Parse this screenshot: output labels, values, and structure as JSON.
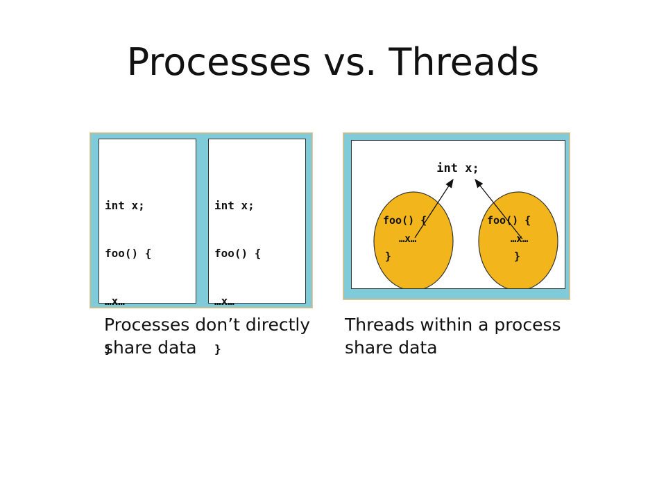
{
  "title": "Processes vs. Threads",
  "processes": [
    {
      "lines": [
        "int x;",
        "foo() {",
        "…x…",
        "}"
      ]
    },
    {
      "lines": [
        "int x;",
        "foo() {",
        "…x…",
        "}"
      ]
    }
  ],
  "threads": {
    "shared": "int x;",
    "thread_code": [
      {
        "lines": [
          "foo() {",
          "…x…",
          "}"
        ]
      },
      {
        "lines": [
          "foo() {",
          "…x…",
          "}"
        ]
      }
    ]
  },
  "captions": {
    "left": "Processes don’t directly share data",
    "right": "Threads within a process share data"
  },
  "colors": {
    "panel": "#7fcbd9",
    "thread": "#f2b61c"
  }
}
